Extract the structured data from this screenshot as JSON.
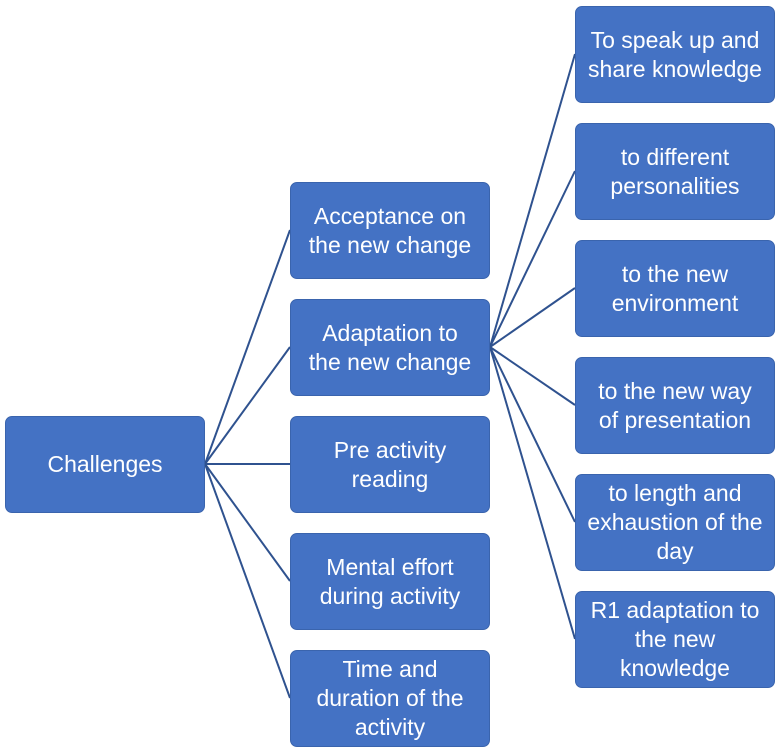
{
  "colors": {
    "node_fill": "#4472c4",
    "node_border": "#3a64ad",
    "connector": "#2f528f",
    "text": "#ffffff"
  },
  "root": {
    "label": "Challenges"
  },
  "challenges": [
    {
      "label": "Acceptance on the new change"
    },
    {
      "label": "Adaptation to\nthe new change"
    },
    {
      "label": "Pre activity\nreading"
    },
    {
      "label": "Mental effort\nduring activity"
    },
    {
      "label": "Time and\nduration of the\nactivity"
    }
  ],
  "adaptation_items": [
    {
      "label": "To speak up and\nshare knowledge"
    },
    {
      "label": "to different\npersonalities"
    },
    {
      "label": "to the new\nenvironment"
    },
    {
      "label": "to the new way\nof presentation"
    },
    {
      "label": "to length and\nexhaustion of the\nday"
    },
    {
      "label": "R1 adaptation to\nthe new\nknowledge"
    }
  ]
}
